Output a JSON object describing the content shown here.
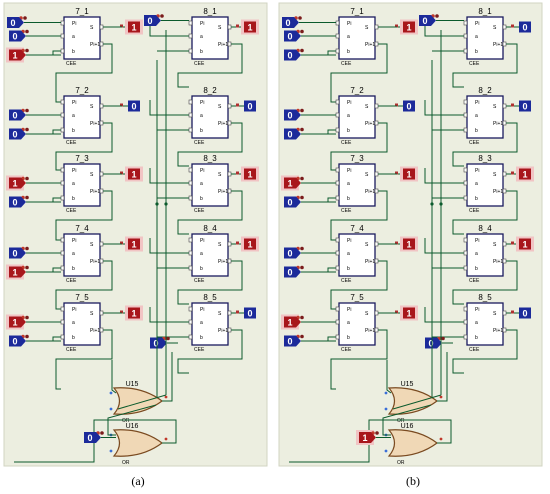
{
  "panels": [
    {
      "label": "(a)",
      "blocks_left": [
        {
          "name": "7_1",
          "out": "1",
          "in_pi": "0",
          "in_a": "0",
          "in_b": "1"
        },
        {
          "name": "7_2",
          "out": "0",
          "in_a": "0",
          "in_b": "0"
        },
        {
          "name": "7_3",
          "out": "1",
          "in_a": "1",
          "in_b": "0"
        },
        {
          "name": "7_4",
          "out": "1",
          "in_a": "0",
          "in_b": "1"
        },
        {
          "name": "7_5",
          "out": "1",
          "in_a": "1",
          "in_b": "0"
        }
      ],
      "blocks_right": [
        {
          "name": "8_1",
          "out": "1",
          "in_pi": "0"
        },
        {
          "name": "8_2",
          "out": "0"
        },
        {
          "name": "8_3",
          "out": "1"
        },
        {
          "name": "8_4",
          "out": "1"
        },
        {
          "name": "8_5",
          "out": "0",
          "in_b": "0"
        }
      ],
      "gates": [
        {
          "name": "U15",
          "type": "OR"
        },
        {
          "name": "U16",
          "type": "OR",
          "in": "0"
        }
      ]
    },
    {
      "label": "(b)",
      "blocks_left": [
        {
          "name": "7_1",
          "out": "1",
          "in_pi": "0",
          "in_a": "0",
          "in_b": "0"
        },
        {
          "name": "7_2",
          "out": "0",
          "in_a": "0",
          "in_b": "0"
        },
        {
          "name": "7_3",
          "out": "1",
          "in_a": "1",
          "in_b": "0"
        },
        {
          "name": "7_4",
          "out": "1",
          "in_a": "0",
          "in_b": "0"
        },
        {
          "name": "7_5",
          "out": "1",
          "in_a": "1",
          "in_b": "0"
        }
      ],
      "blocks_right": [
        {
          "name": "8_1",
          "out": "0",
          "in_pi": "0"
        },
        {
          "name": "8_2",
          "out": "0"
        },
        {
          "name": "8_3",
          "out": "1"
        },
        {
          "name": "8_4",
          "out": "1"
        },
        {
          "name": "8_5",
          "out": "0",
          "in_b": "0"
        }
      ],
      "gates": [
        {
          "name": "U15",
          "type": "OR"
        },
        {
          "name": "U16",
          "type": "OR",
          "in": "1"
        }
      ]
    }
  ],
  "pin_labels": {
    "pi": "Pi",
    "s": "S",
    "a": "a",
    "pi1": "Pi+1",
    "b": "b",
    "cee": "CEE"
  },
  "colors": {
    "one": "#a8161b",
    "zero": "#1c2a9a",
    "wire": "#0b5a2c",
    "panel_bg": "#eceee0",
    "gate": "#f0d8b6"
  }
}
